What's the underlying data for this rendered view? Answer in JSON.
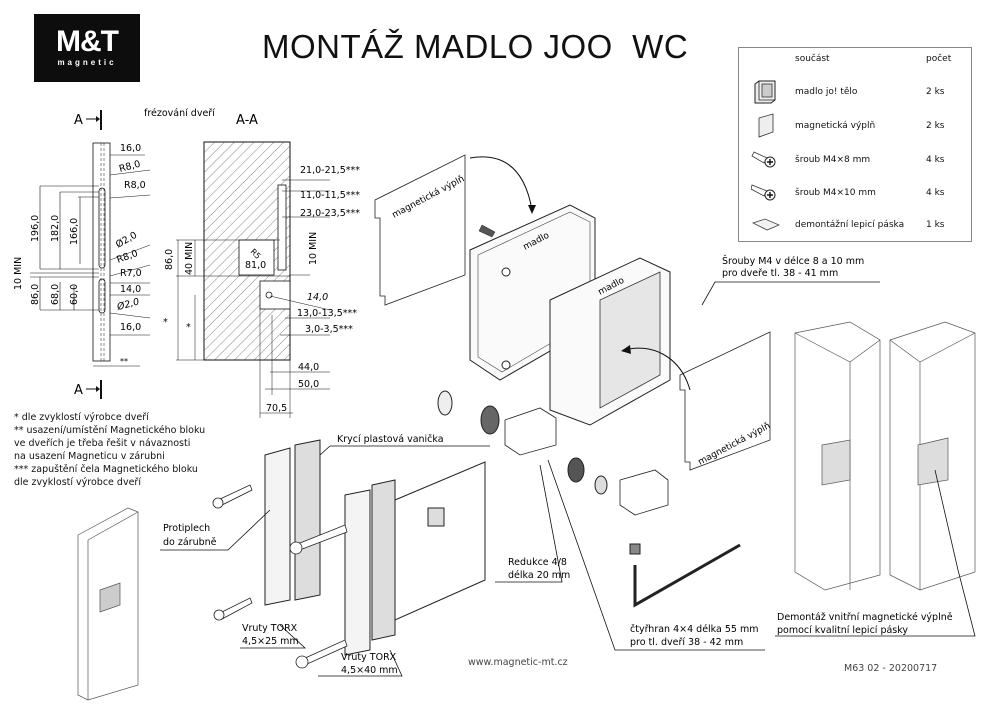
{
  "logo": {
    "brand": "M&T",
    "subtitle": "magnetic"
  },
  "title": "MONTÁŽ MADLO JOO  WC",
  "section_marks": {
    "a_top": "A",
    "a_bottom": "A",
    "section": "A-A",
    "milling_label": "frézování dveří"
  },
  "parts_table": {
    "header_part": "součást",
    "header_count": "počet",
    "rows": [
      {
        "icon": "handle-body-icon",
        "name": "madlo jo! tělo",
        "count": "2 ks"
      },
      {
        "icon": "magnetic-insert-icon",
        "name": "magnetická výplň",
        "count": "2 ks"
      },
      {
        "icon": "screw-icon",
        "name": "šroub M4×8 mm",
        "count": "4 ks"
      },
      {
        "icon": "screw-icon",
        "name": "šroub M4×10 mm",
        "count": "4 ks"
      },
      {
        "icon": "adhesive-tape-icon",
        "name": "demontážní lepicí páska",
        "count": "1 ks"
      }
    ]
  },
  "front_view_dims": {
    "right": [
      "16,0",
      "R8,0",
      "R8,0",
      "Ø2,0",
      "R8,0",
      "R7,0",
      "14,0",
      "Ø2,0",
      "16,0",
      "**"
    ],
    "left": [
      "196,0",
      "182,0",
      "166,0",
      "10 MIN",
      "86,0",
      "68,0",
      "60,0"
    ]
  },
  "section_dims": {
    "right": [
      "21,0-21,5***",
      "11,0-11,5***",
      "23,0-23,5***",
      "10 MIN",
      "14,0",
      "13,0-13,5***",
      "3,0-3,5***",
      "44,0",
      "50,0",
      "70,5"
    ],
    "left": [
      "86,0",
      "40 MIN",
      "*",
      "*"
    ],
    "pocket": [
      "R5",
      "81,0"
    ]
  },
  "notes": [
    "*   dle zvyklostí výrobce dveří",
    "** usazení/umístění Magnetického bloku",
    "ve dveřích je třeba řešit v návaznosti",
    "na usazení Magneticu v zárubni",
    "*** zapuštění čela Magnetického bloku",
    "dle zvyklostí výrobce dveří"
  ],
  "callouts": {
    "magnetic_insert_1": "magnetická výplň",
    "magnetic_insert_2": "magnetická výplň",
    "handle_1": "madlo",
    "handle_2": "madlo",
    "screws_m4": [
      "Šrouby M4 v délce 8 a 10 mm",
      "pro dveře tl. 38 - 41 mm"
    ],
    "cover_tray": "Krycí plastová vanička",
    "strike_plate": [
      "Protiplech",
      "do zárubně"
    ],
    "torx_25": [
      "Vruty TORX",
      "4,5×25 mm"
    ],
    "torx_40": [
      "Vruty TORX",
      "4,5×40 mm"
    ],
    "reducer": [
      "Redukce 4/8",
      "délka 20 mm"
    ],
    "spindle": [
      "čtyřhran 4×4 délka 55 mm",
      "pro tl. dveří 38 - 42 mm"
    ],
    "removal": [
      "Demontáž vnitřní magnetické výplně",
      "pomocí kvalitní lepicí pásky"
    ]
  },
  "footer": {
    "url": "www.magnetic-mt.cz",
    "code": "M63 02 - 20200717"
  }
}
